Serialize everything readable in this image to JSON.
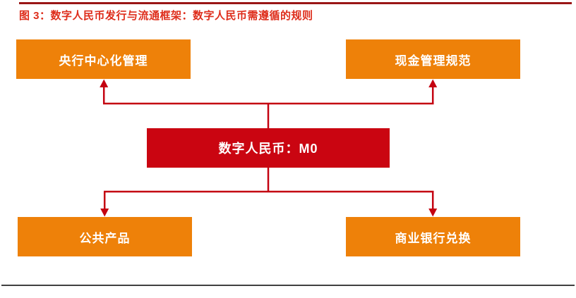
{
  "figure": {
    "title": "图 3：数字人民币发行与流通框架：数字人民币需遵循的规则"
  },
  "diagram": {
    "nodes": {
      "center": {
        "label": "数字人民币：M0"
      },
      "top_left": {
        "label": "央行中心化管理"
      },
      "top_right": {
        "label": "现金管理规范"
      },
      "bottom_left": {
        "label": "公共产品"
      },
      "bottom_right": {
        "label": "商业银行兑换"
      }
    },
    "edges": [
      {
        "from": "数字人民币：M0",
        "to": "央行中心化管理",
        "direction": "up-arrow"
      },
      {
        "from": "数字人民币：M0",
        "to": "现金管理规范",
        "direction": "up-arrow"
      },
      {
        "from": "数字人民币：M0",
        "to": "公共产品",
        "direction": "down-arrow"
      },
      {
        "from": "数字人民币：M0",
        "to": "商业银行兑换",
        "direction": "down-arrow"
      }
    ]
  },
  "colors": {
    "node_orange": "#EE8109",
    "node_red": "#CA0511",
    "connector_red": "#C40311",
    "title_red": "#DE2D1B",
    "top_rule_dark_red": "#9A1616",
    "bottom_rule_gray": "#404040",
    "node_text": "#FFFFFF",
    "background": "#FFFFFF"
  }
}
